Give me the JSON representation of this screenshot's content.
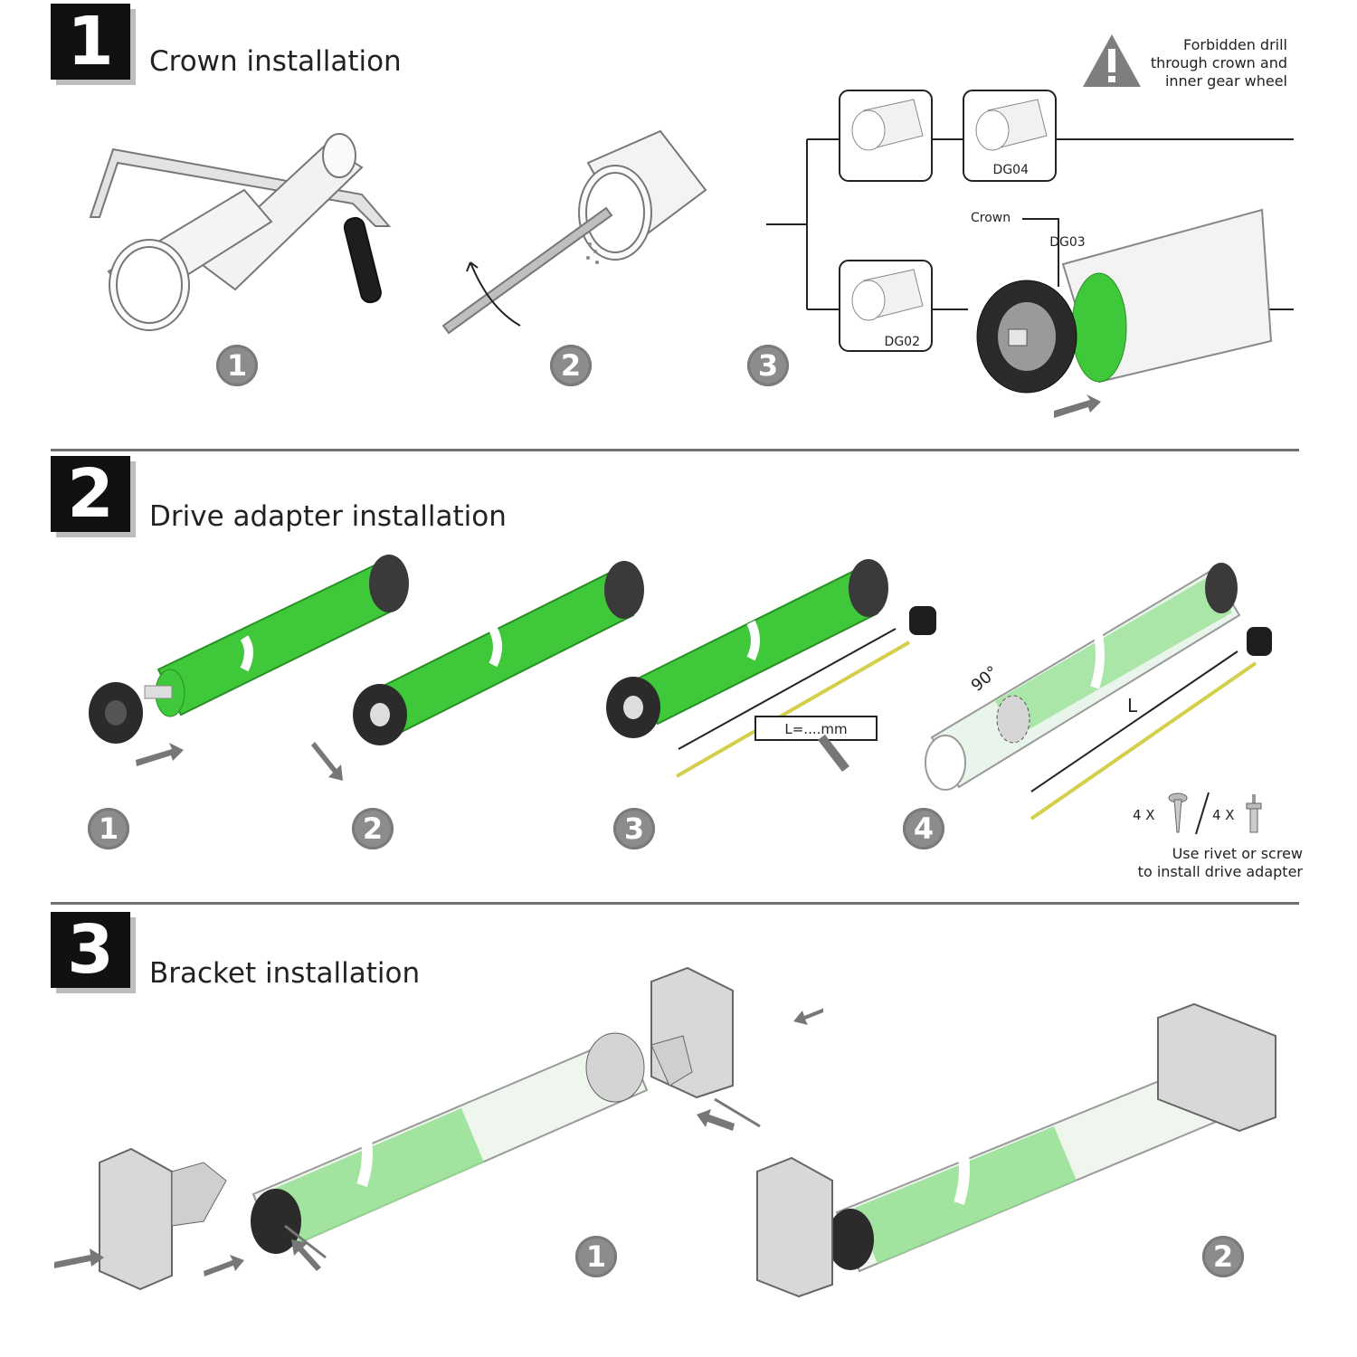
{
  "sections": [
    {
      "number": "1",
      "title": "Crown installation"
    },
    {
      "number": "2",
      "title": "Drive adapter installation"
    },
    {
      "number": "3",
      "title": "Bracket installation"
    }
  ],
  "section1": {
    "steps": [
      "1",
      "2",
      "3"
    ],
    "warning": "Forbidden drill through crown and inner gear wheel",
    "warning_lines": [
      "Forbidden drill",
      "through crown and",
      "inner gear wheel"
    ],
    "tube_labels": [
      "DG03",
      "DG04",
      "DG02"
    ],
    "crown_label": "Crown"
  },
  "section2": {
    "steps": [
      "1",
      "2",
      "3",
      "4"
    ],
    "measure_label": "L=....mm",
    "angle_label": "90°",
    "length_label": "L",
    "rivet_count": "4 X",
    "screw_count": "4 X",
    "note": "Use rivet or screw to install drive adapter",
    "note_lines": [
      "Use rivet or screw",
      "to install drive adapter"
    ]
  },
  "section3": {
    "steps": [
      "1",
      "2"
    ]
  },
  "colors": {
    "motor_green": "#3fc83a",
    "dark": "#111111",
    "grey": "#8c8c8c"
  }
}
